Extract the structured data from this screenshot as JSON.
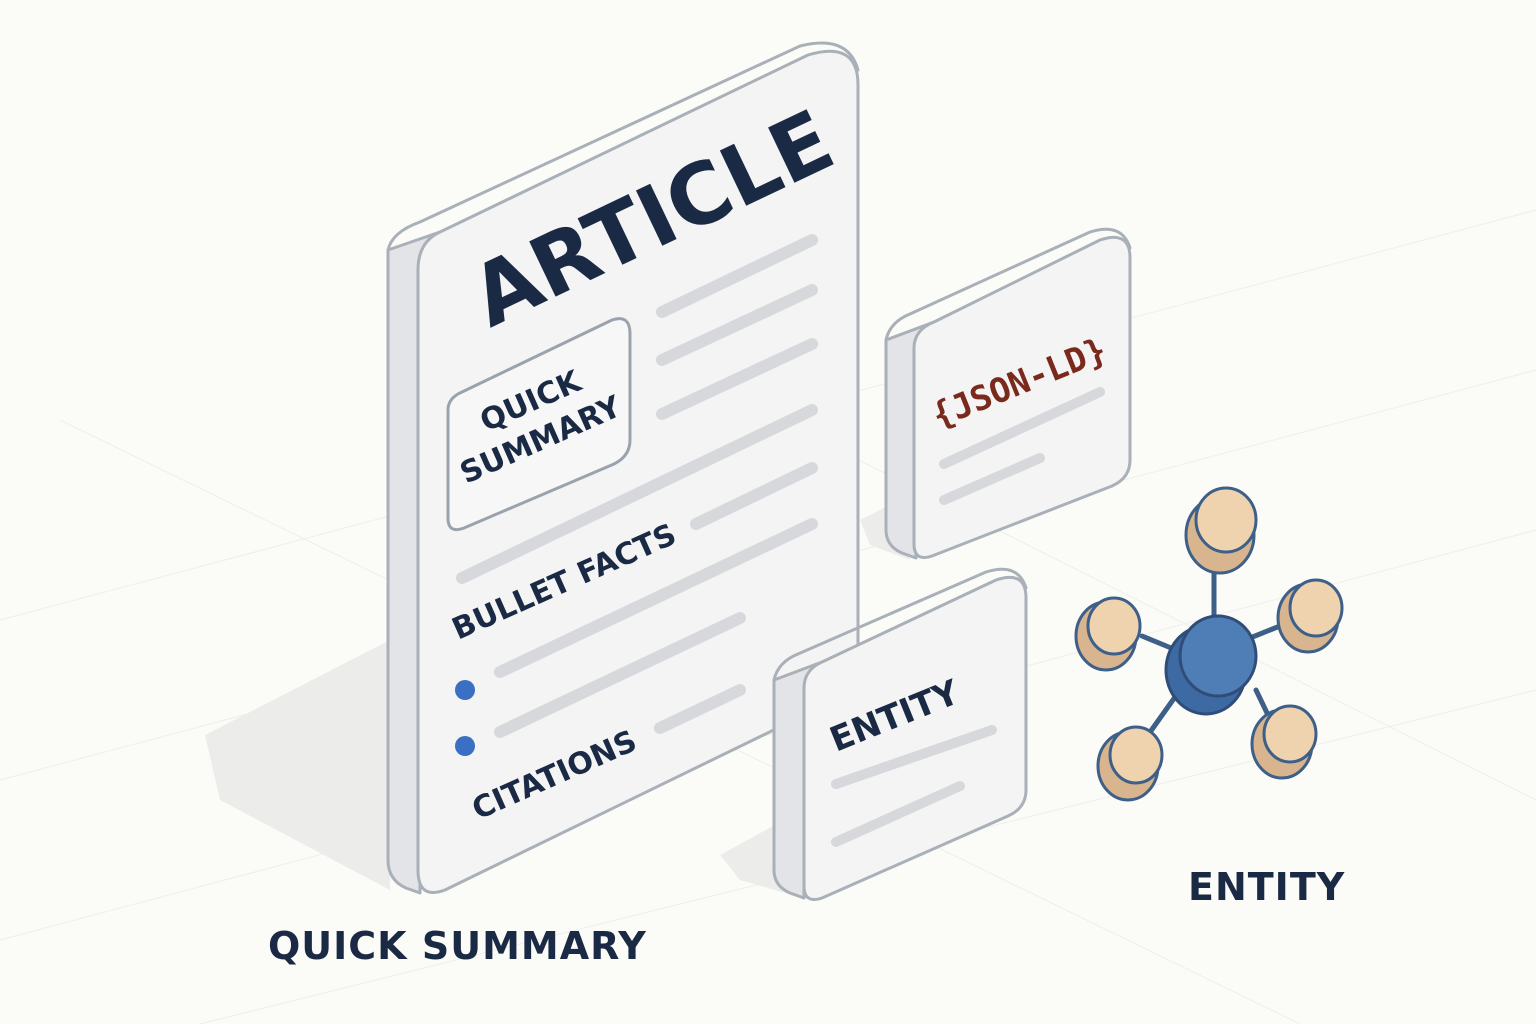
{
  "article": {
    "title": "ARTICLE",
    "summary_box_line1": "QUICK",
    "summary_box_line2": "SUMMARY",
    "bullet_facts": "BULLET FACTS",
    "citations": "CITATIONS"
  },
  "json_card": {
    "label": "{JSON-LD}"
  },
  "entity_card": {
    "label": "ENTITY"
  },
  "captions": {
    "left": "QUICK SUMMARY",
    "right": "ENTITY"
  },
  "colors": {
    "text": "#1b2a44",
    "json_text": "#7a2a1c",
    "bullet_dot": "#3a6fc4",
    "hub_node": "#4f7db5",
    "outer_node": "#efd2ae",
    "card_face": "#f3f3f3",
    "card_edge": "#d8dadd",
    "placeholder_line": "#d6d8dc"
  },
  "network": {
    "outer_node_count": 5,
    "hub_count": 1
  }
}
